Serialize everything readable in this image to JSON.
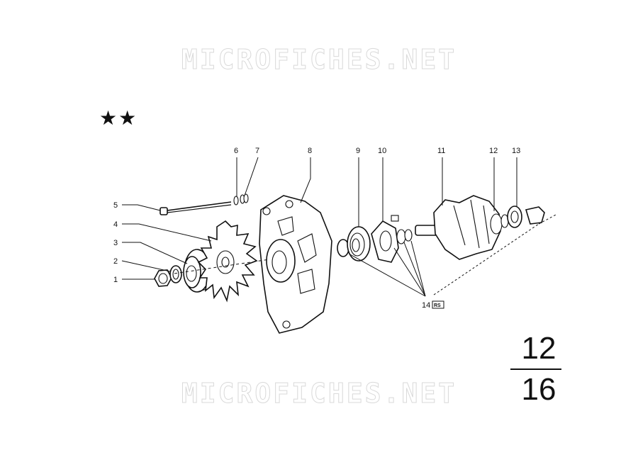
{
  "watermark": {
    "text": "MICROFICHES.NET"
  },
  "marker": {
    "stars": "★★"
  },
  "page": {
    "current": "12",
    "total": "16"
  },
  "parts": {
    "p1": "1",
    "p2": "2",
    "p3": "3",
    "p4": "4",
    "p5": "5",
    "p6": "6",
    "p7": "7",
    "p8": "8",
    "p9": "9",
    "p10": "10",
    "p11": "11",
    "p12": "12",
    "p13": "13",
    "p14": "14",
    "p14_badge": "RS"
  }
}
